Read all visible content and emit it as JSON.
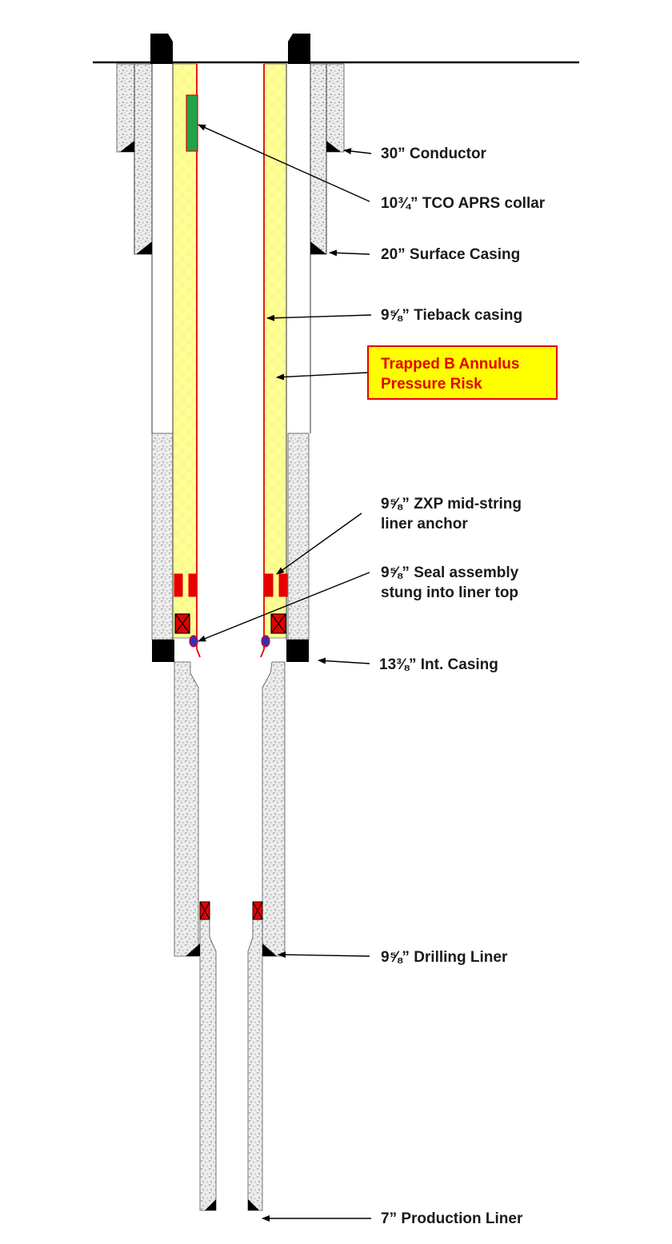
{
  "labels": {
    "conductor": "30” Conductor",
    "aprs_collar": "10¾” TCO APRS collar",
    "surface_casing": "20” Surface Casing",
    "tieback": "9⅝” Tieback casing",
    "risk_line1": "Trapped B Annulus",
    "risk_line2": "Pressure Risk",
    "zxp_line1": "9⅝” ZXP mid-string",
    "zxp_line2": "liner anchor",
    "seal_line1": "9⅝” Seal assembly",
    "seal_line2": "stung into liner top",
    "int_casing": "13⅜” Int. Casing",
    "drilling_liner": "9⅝” Drilling  Liner",
    "production_liner": "7” Production Liner"
  },
  "colors": {
    "trapped_annulus_fill": "#ffff99",
    "tieback_line": "#e60000",
    "risk_box_fill": "#ffff00",
    "risk_box_border": "#e60000",
    "collar_fill": "#1fa34a",
    "packer_fill": "#e60000",
    "seal_dot": "#3030c0",
    "steel": "#000000",
    "cement_base": "#e8e8e8"
  }
}
